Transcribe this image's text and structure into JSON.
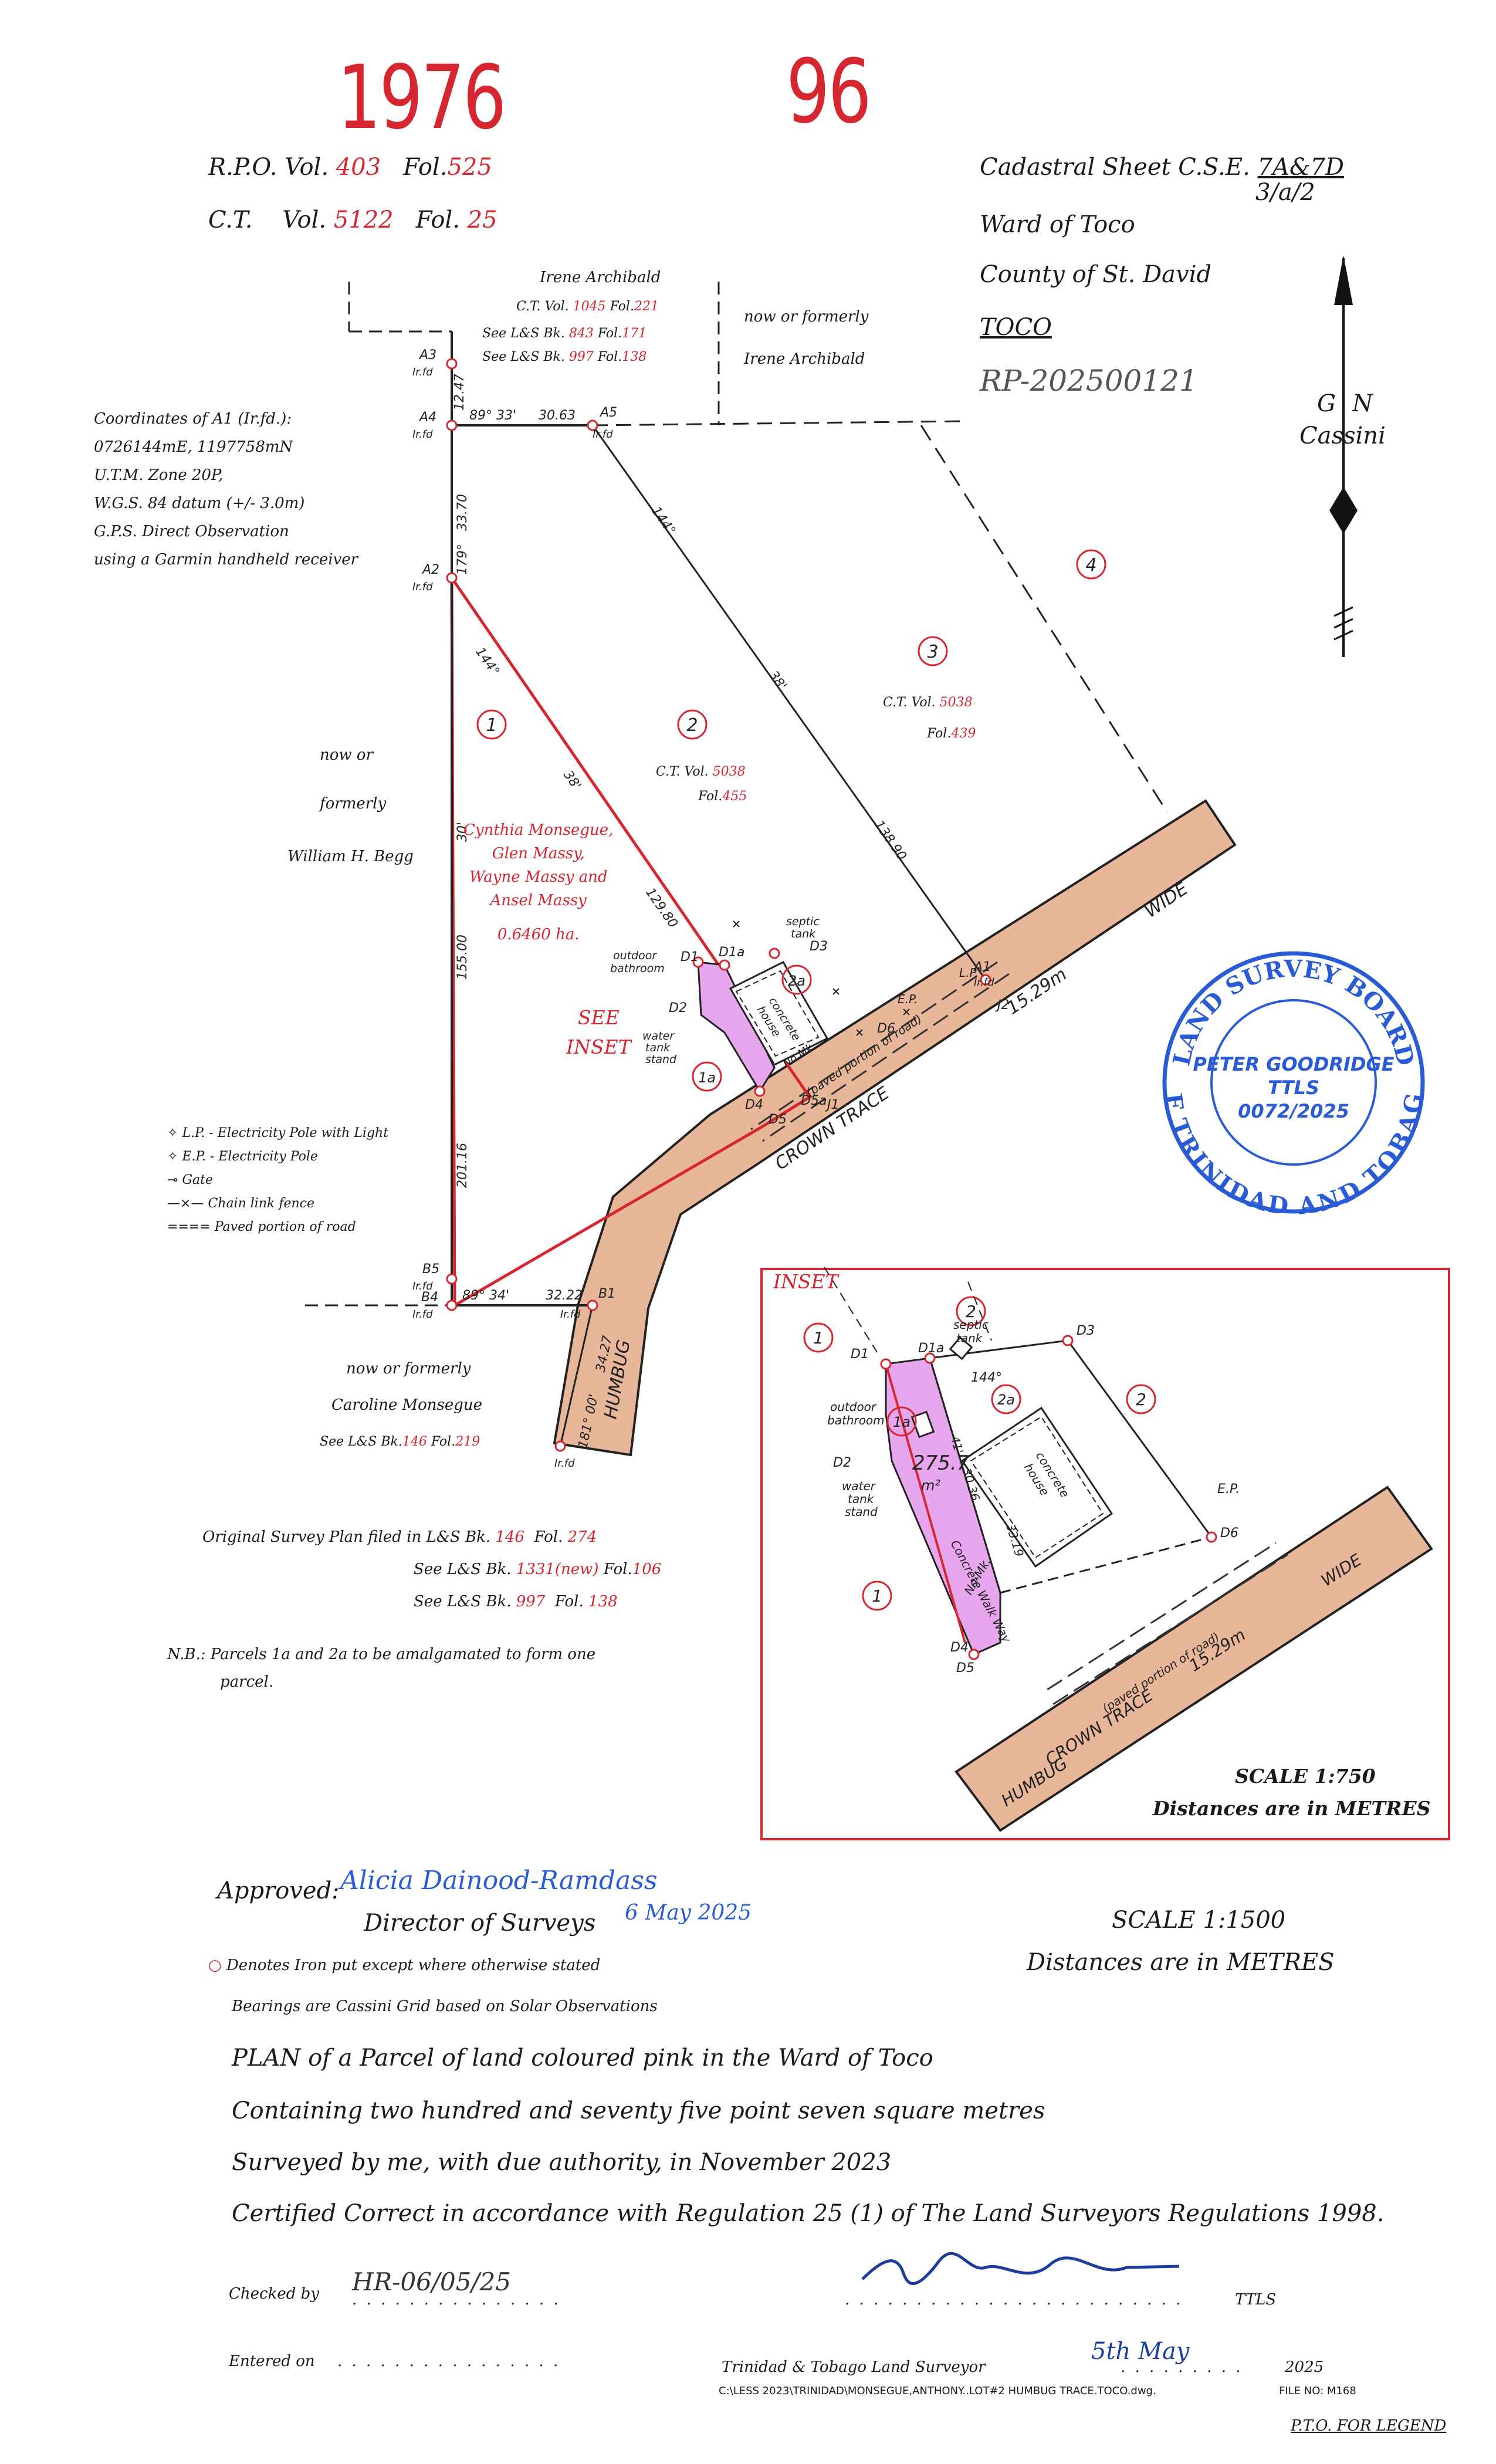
{
  "header": {
    "sheet_no": "1976",
    "sheet_no_2": "96",
    "rpo_label": "R.P.O. Vol.",
    "rpo_vol": "403",
    "rpo_fol_label": "Fol.",
    "rpo_fol": "525",
    "ct_label": "C.T.",
    "ct_vol_label": "Vol.",
    "ct_vol": "5122",
    "ct_fol_label": "Fol.",
    "ct_fol": "25",
    "cadastral_sheet": "Cadastral Sheet C.S.E.",
    "cadastral_ref": "7A&7D",
    "cadastral_ref2": "3/a/2",
    "ward": "Ward of Toco",
    "county": "County of St. David",
    "place": "TOCO",
    "rp_number": "RP-202500121"
  },
  "north_arrow": {
    "g": "G",
    "n": "N",
    "label": "Cassini"
  },
  "coordinates_note": [
    "Coordinates of A1 (Ir.fd.):",
    "0726144mE, 1197758mN",
    "U.T.M. Zone 20P,",
    "W.G.S. 84 datum (+/- 3.0m)",
    "G.P.S. Direct Observation",
    "using a Garmin handheld receiver"
  ],
  "owners": {
    "north_name": "Irene Archibald",
    "north_ct": "C.T. Vol.",
    "north_ct_vol": "1045",
    "north_ct_fol_label": "Fol.",
    "north_ct_fol": "221",
    "north_see1": "See L&S Bk.",
    "north_see1_bk": "843",
    "north_see1_fol_label": "Fol.",
    "north_see1_fol": "171",
    "north_see2": "See L&S Bk.",
    "north_see2_bk": "997",
    "north_see2_fol_label": "Fol.",
    "north_see2_fol": "138",
    "north_east_line1": "now or formerly",
    "north_east_line2": "Irene Archibald",
    "west_line1": "now or",
    "west_line2": "formerly",
    "west_line3": "William H. Begg",
    "south_line1": "now or formerly",
    "south_line2": "Caroline Monsegue",
    "south_see": "See L&S Bk.",
    "south_bk": "146",
    "south_fol_label": "Fol.",
    "south_fol": "219",
    "parcel1_owners": [
      "Cynthia Monsegue,",
      "Glen Massy,",
      "Wayne Massy and",
      "Ansel Massy"
    ],
    "parcel1_area": "0.6460 ha.",
    "parcel2_ct": "C.T. Vol.",
    "parcel2_vol": "5038",
    "parcel2_fol_label": "Fol.",
    "parcel2_fol": "455",
    "parcel3_ct": "C.T. Vol.",
    "parcel3_vol": "5038",
    "parcel3_fol_label": "Fol.",
    "parcel3_fol": "439",
    "see_inset": [
      "SEE",
      "INSET"
    ]
  },
  "map_labels": {
    "parcels": [
      "1",
      "2",
      "3",
      "4",
      "1a",
      "2a"
    ],
    "points": [
      "A1",
      "A2",
      "A3",
      "A4",
      "A5",
      "B1",
      "B4",
      "B5",
      "D1",
      "D1a",
      "D2",
      "D3",
      "D4",
      "D5",
      "D5a",
      "D6",
      "J1",
      "J2"
    ],
    "ir_fd": "Ir.fd",
    "dist_a3_a4": "12.47",
    "dist_a4_a5": "30.63",
    "bearing_a4_a5": "89° 33'",
    "dist_a4_a2": "33.70",
    "bearing_a4_a2": "179°",
    "dist_a2_b5": "155.00",
    "bearing_west": "30'",
    "dist_b5_lower": "201.16",
    "dist_b4_b1": "32.22",
    "bearing_b4_b1": "89° 34'",
    "dist_b1_south": "34.27",
    "bearing_b1_south": "181° 00'",
    "bearing_diag": "144°",
    "bearing_diag_min": "38'",
    "dist_a2_d1": "129.80",
    "dist_a5_a1": "138.90",
    "road_name": "CROWN  TRACE",
    "road_width": "15.29m",
    "wide": "WIDE",
    "humbug": "HUMBUG",
    "lp": "L.P.",
    "ep": "E.P.",
    "paved": "(paved portion of road)",
    "no_mk": "No Mk.",
    "outdoor_bathroom": [
      "outdoor",
      "bathroom"
    ],
    "septic_tank": [
      "septic",
      "tank"
    ],
    "water_tank": [
      "water",
      "tank",
      "stand"
    ],
    "concrete_house": [
      "concrete",
      "house"
    ]
  },
  "legend": [
    {
      "symbol": "lp-symbol",
      "text": "L.P. - Electricity Pole with Light"
    },
    {
      "symbol": "ep-symbol",
      "text": "E.P. - Electricity Pole"
    },
    {
      "symbol": "gate-symbol",
      "text": "Gate"
    },
    {
      "symbol": "fence-symbol",
      "text": "Chain link fence"
    },
    {
      "symbol": "paved-symbol",
      "text": "Paved portion of road"
    }
  ],
  "stamp": {
    "top": "LAND SURVEY BOARD",
    "bottom": "OF TRINIDAD AND TOBAGO",
    "name": "PETER GOODRIDGE",
    "title": "TTLS",
    "number": "0072/2025"
  },
  "inset": {
    "title": "INSET",
    "area": "275.7",
    "area_unit": "m²",
    "bearing_1": "144°",
    "bearing_1_min": "41'",
    "dist_1": "30.36",
    "dist_2": "33.19",
    "walkway": "Concrete Walk Way",
    "scale": "SCALE 1:750",
    "units": "Distances are in METRES"
  },
  "survey_notes": {
    "original_filed": "Original Survey Plan filed in L&S Bk.",
    "original_bk": "146",
    "original_fol_label": "Fol.",
    "original_fol": "274",
    "see1": "See L&S Bk.",
    "see1_bk": "1331(new)",
    "see1_fol_label": "Fol.",
    "see1_fol": "106",
    "see2": "See L&S Bk.",
    "see2_bk": "997",
    "see2_fol_label": "Fol.",
    "see2_fol": "138",
    "nb_line1": "N.B.: Parcels 1a and 2a to be amalgamated to form one",
    "nb_line2": "parcel."
  },
  "footer": {
    "approved_label": "Approved:",
    "approved_signature": "Alicia Dainood-Ramdass",
    "director": "Director of Surveys",
    "approved_date": "6 May 2025",
    "iron_note": "Denotes Iron put except where otherwise stated",
    "bearings_note": "Bearings are Cassini Grid based on Solar Observations",
    "scale": "SCALE 1:1500",
    "units": "Distances are in METRES",
    "plan_line": "PLAN of a Parcel of land coloured pink in the Ward of Toco",
    "containing_line": "Containing two hundred and seventy five point seven square metres",
    "surveyed_line": "Surveyed by me, with due authority, in November 2023",
    "certified_line": "Certified Correct in accordance with Regulation 25 (1) of The Land Surveyors Regulations 1998.",
    "checked_label": "Checked by",
    "checked_value": "HR-06/05/25",
    "ttls": "TTLS",
    "entered_label": "Entered on",
    "surveyor_label": "Trinidad & Tobago Land Surveyor",
    "surveyor_day": "5th May",
    "year": "2025",
    "file_path": "C:\\LESS 2023\\TRINIDAD\\MONSEGUE,ANTHONY..LOT#2 HUMBUG TRACE.TOCO.dwg.",
    "file_no": "FILE NO: M168",
    "pto": "P.T.O. FOR LEGEND"
  },
  "colors": {
    "red": "#d6262f",
    "pink_parcel": "#e7a6ee",
    "road_fill": "#e8b79a",
    "stamp_blue": "#2a5bd7"
  }
}
